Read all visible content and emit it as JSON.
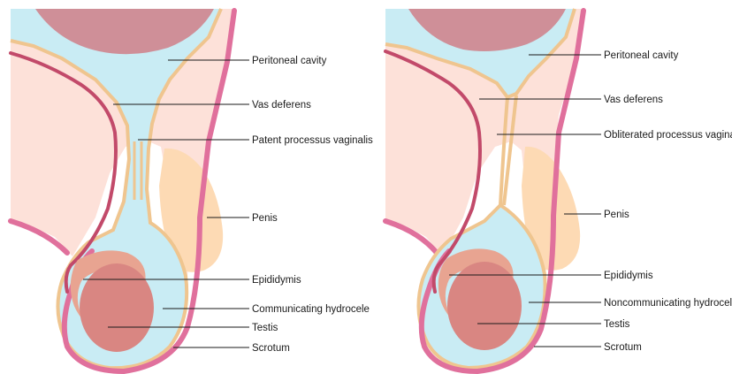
{
  "panels": [
    {
      "id": "left",
      "labels": {
        "peritoneal_cavity": "Peritoneal cavity",
        "vas_deferens": "Vas deferens",
        "processus_vaginalis": "Patent processus vaginalis",
        "penis": "Penis",
        "epididymis": "Epididymis",
        "hydrocele": "Communicating hydrocele",
        "testis": "Testis",
        "scrotum": "Scrotum"
      }
    },
    {
      "id": "right",
      "labels": {
        "peritoneal_cavity": "Peritoneal cavity",
        "vas_deferens": "Vas deferens",
        "processus_vaginalis": "Obliterated processus vaginalis",
        "penis": "Penis",
        "epididymis": "Epididymis",
        "hydrocele": "Noncommunicating hydrocele",
        "testis": "Testis",
        "scrotum": "Scrotum"
      }
    }
  ],
  "colors": {
    "tissue": "#fde1d9",
    "fluid": "#c9ecf4",
    "tunica": "#efc58f",
    "scrotum_wall": "#e0709c",
    "vas": "#c24a6a",
    "bowel": "#cf8f98",
    "penis": "#fddab4",
    "testis": "#d98682",
    "epididymis": "#e8a491",
    "leader": "#1a1a1a"
  }
}
